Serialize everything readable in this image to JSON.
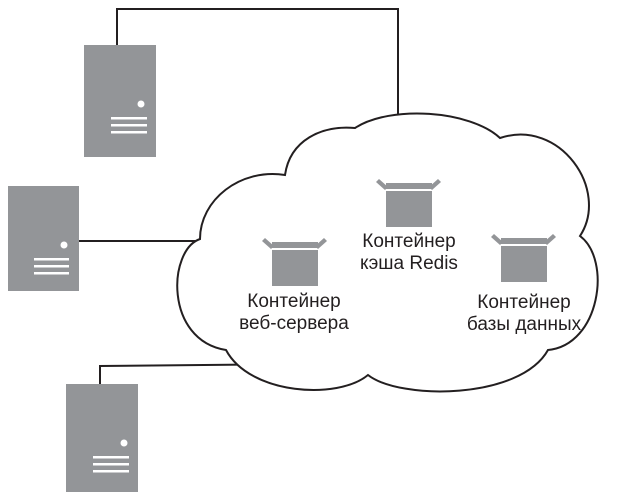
{
  "colors": {
    "server": "#939598",
    "box": "#939598",
    "line": "#231f20",
    "text": "#231f20",
    "background": "#ffffff"
  },
  "icons": {
    "server": "server-tower-icon",
    "container": "open-box-icon"
  },
  "containers": {
    "web": {
      "line1": "Контейнер",
      "line2": "веб-сервера"
    },
    "redis": {
      "line1": "Контейнер",
      "line2": "кэша Redis"
    },
    "db": {
      "line1": "Контейнер",
      "line2": "базы данных"
    }
  }
}
